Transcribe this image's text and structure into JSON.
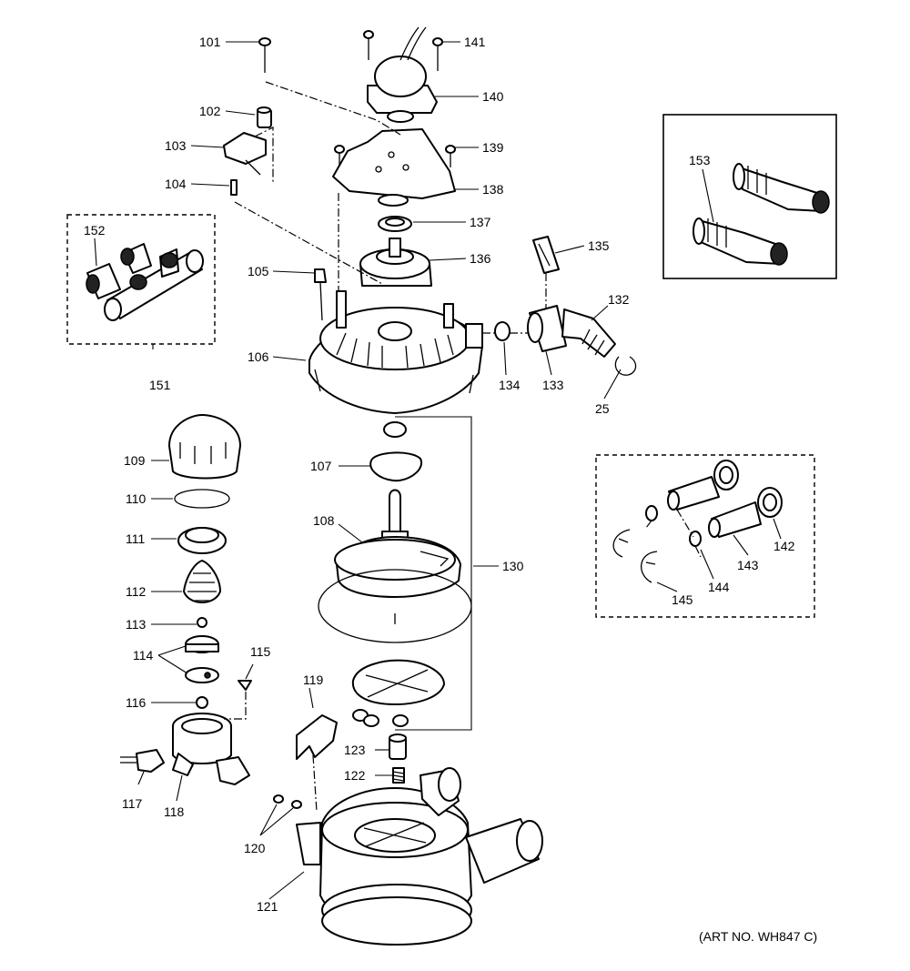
{
  "art_number": "(ART NO. WH847 C)",
  "callouts": {
    "c101": "101",
    "c102": "102",
    "c103": "103",
    "c104": "104",
    "c105": "105",
    "c106": "106",
    "c107": "107",
    "c108": "108",
    "c109": "109",
    "c110": "110",
    "c111": "111",
    "c112": "112",
    "c113": "113",
    "c114": "114",
    "c115": "115",
    "c116": "116",
    "c117": "117",
    "c118": "118",
    "c119": "119",
    "c120": "120",
    "c121": "121",
    "c122": "122",
    "c123": "123",
    "c130": "130",
    "c132": "132",
    "c133": "133",
    "c134": "134",
    "c135": "135",
    "c136": "136",
    "c137": "137",
    "c138": "138",
    "c139": "139",
    "c140": "140",
    "c141": "141",
    "c142": "142",
    "c143": "143",
    "c144": "144",
    "c145": "145",
    "c151": "151",
    "c152": "152",
    "c153": "153",
    "c25": "25"
  }
}
